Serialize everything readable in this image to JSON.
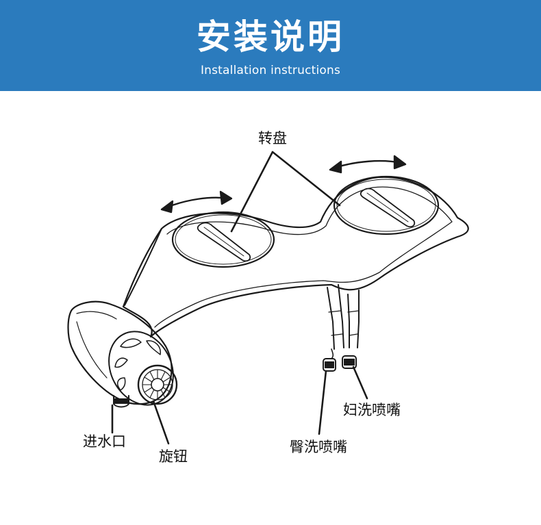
{
  "header": {
    "title": "安装说明",
    "subtitle": "Installation instructions",
    "background_color": "#2b7bbd"
  },
  "diagram": {
    "labels": {
      "dial": "转盘",
      "water_inlet": "进水口",
      "knob": "旋钮",
      "feminine_nozzle": "妇洗喷嘴",
      "posterior_nozzle": "臀洗喷嘴"
    },
    "icons": [
      "rotate-arrow-icon",
      "rotate-arrow-icon"
    ],
    "line_color": "#1a1a1a"
  }
}
